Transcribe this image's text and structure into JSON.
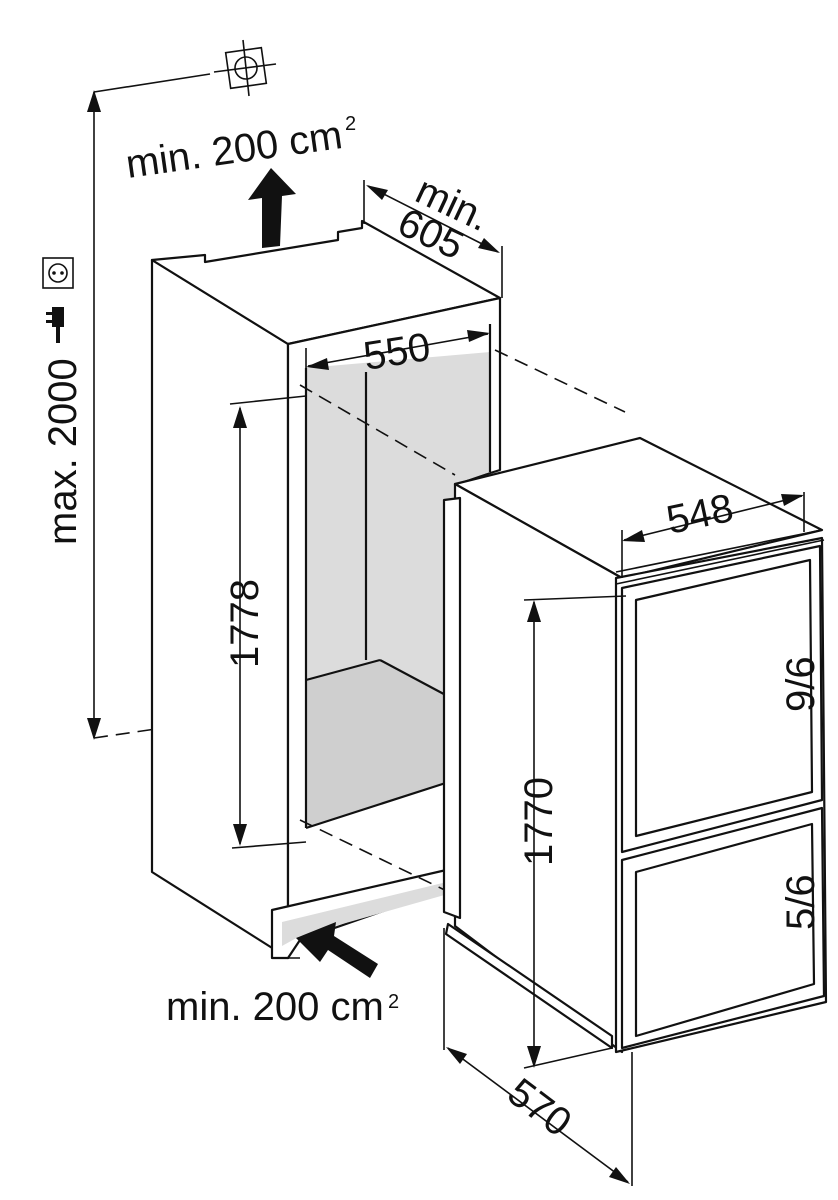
{
  "labels": {
    "vent_top": "min. 200 cm",
    "vent_top_note": "2",
    "vent_bottom": "min. 200 cm",
    "vent_bottom_note": "2",
    "depth_min_line1": "min.",
    "depth_min_line2": "605",
    "niche_width": "550",
    "niche_height": "1778",
    "max_height": "max. 2000",
    "appliance_width": "548",
    "appliance_height": "1770",
    "appliance_depth": "570",
    "upper_door_ratio": "9/6",
    "lower_door_ratio": "5/6"
  },
  "icons": [
    "crosshair-icon",
    "socket-icon",
    "plug-icon",
    "arrow-up-icon",
    "arrow-in-icon"
  ]
}
